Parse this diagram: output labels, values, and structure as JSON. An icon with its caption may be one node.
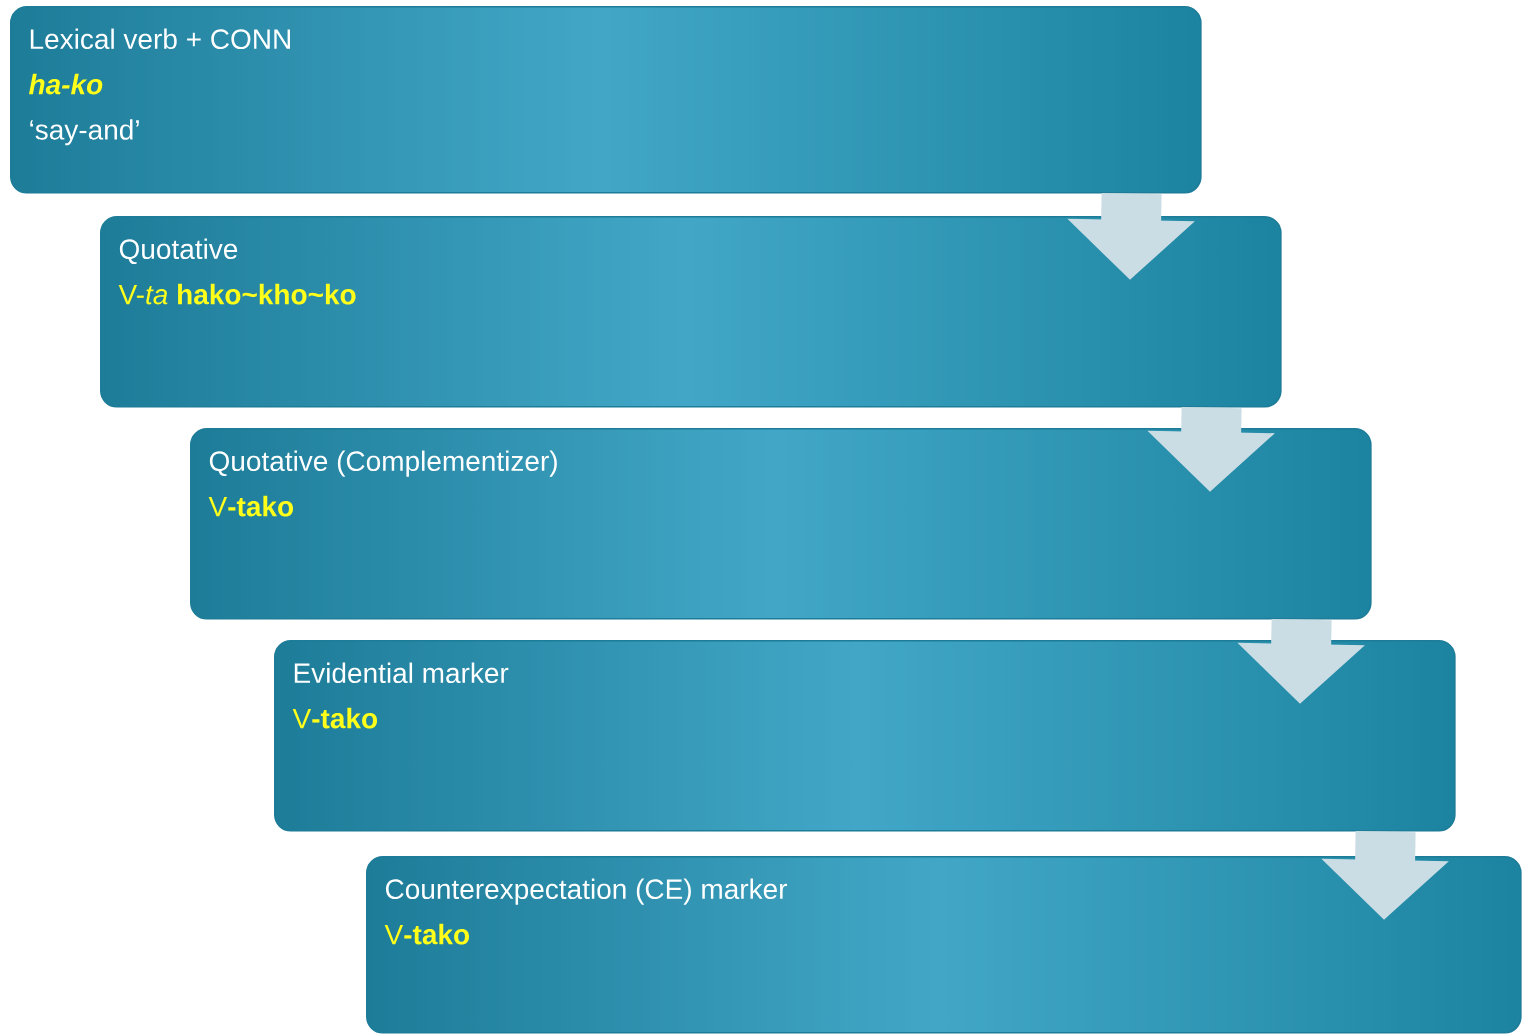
{
  "diagram": {
    "nodes": [
      {
        "text": [
          "Lexical verb + CONN",
          "ha-ko",
          "‘say-and’"
        ]
      },
      {
        "text": [
          "Quotative",
          "V-*ta* **hako~kho~ko**"
        ]
      },
      {
        "text": [
          "Quotative (Complementizer)",
          "V**-tako**"
        ]
      },
      {
        "text": [
          "Evidential marker",
          "V**-tako**"
        ]
      },
      {
        "text": [
          "Counterexpectation (CE) marker",
          "V**-tako**"
        ]
      }
    ],
    "edges": [
      {
        "from": 0,
        "to": 1,
        "arrow": "to"
      },
      {
        "from": 1,
        "to": 2,
        "arrow": "to"
      },
      {
        "from": 2,
        "to": 3,
        "arrow": "to"
      },
      {
        "from": 3,
        "to": 4,
        "arrow": "to"
      }
    ]
  }
}
